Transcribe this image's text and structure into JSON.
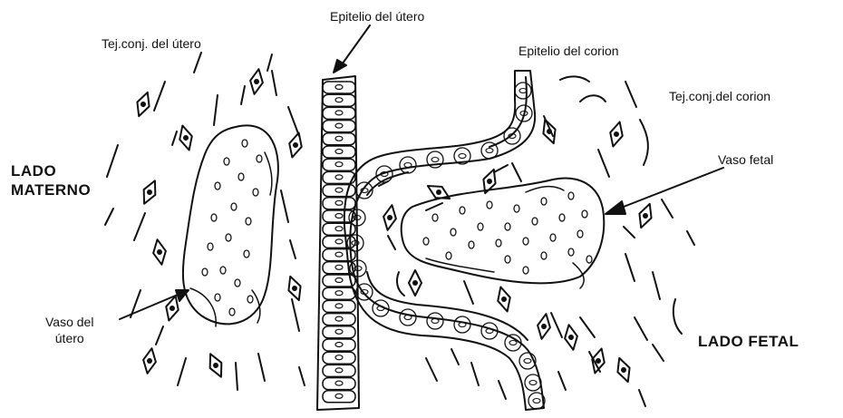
{
  "labels": {
    "epitelio_utero": "Epitelio del útero",
    "tej_conj_utero": "Tej.conj. del útero",
    "epitelio_corion": "Epitelio del corion",
    "tej_conj_corion": "Tej.conj.del corion",
    "vaso_fetal": "Vaso fetal",
    "vaso_utero_line1": "Vaso del",
    "vaso_utero_line2": "útero",
    "lado_materno_line1": "LADO",
    "lado_materno_line2": "MATERNO",
    "lado_fetal": "LADO FETAL"
  },
  "colors": {
    "ink": "#111111",
    "background": "#ffffff"
  }
}
